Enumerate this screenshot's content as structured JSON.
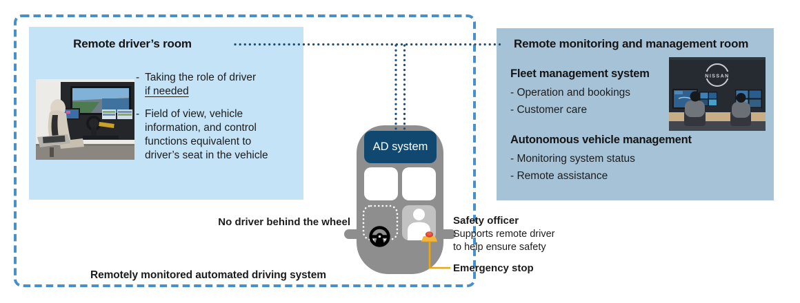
{
  "caption": "Remotely monitored automated driving system",
  "driver_room": {
    "title": "Remote driver’s room",
    "dash": "-",
    "bullet1_line1": "Taking the role of driver",
    "bullet1_line2": "if needed",
    "bullet2_line1": "Field of view, vehicle",
    "bullet2_line2": "information, and control",
    "bullet2_line3": "functions equivalent to",
    "bullet2_line4": "driver’s seat in the vehicle"
  },
  "monitoring_room": {
    "title": "Remote monitoring and management room",
    "fleet_heading": "Fleet management system",
    "fleet_item1": "- Operation and bookings",
    "fleet_item2": "- Customer care",
    "av_heading": "Autonomous vehicle management",
    "av_item1": "- Monitoring system status",
    "av_item2": "- Remote assistance",
    "photo_brand": "NISSAN"
  },
  "vehicle": {
    "ad_system_label": "AD system",
    "no_driver_label": "No driver behind the wheel",
    "safety_officer_title": "Safety officer",
    "safety_officer_line1": "Supports remote driver",
    "safety_officer_line2": "to help ensure safety",
    "emergency_stop_label": "Emergency stop"
  },
  "colors": {
    "left_box_bg": "#c5e3f6",
    "right_box_bg": "#a6c2d7",
    "dashed_border": "#4a90c8",
    "dotted_connector": "#1d4e7a",
    "ad_box_bg": "#10486f",
    "car_body": "#8e8e8e",
    "emergency_line": "#f0a500",
    "emergency_button_red": "#d9452f",
    "emergency_button_yellow": "#f2b63c"
  }
}
